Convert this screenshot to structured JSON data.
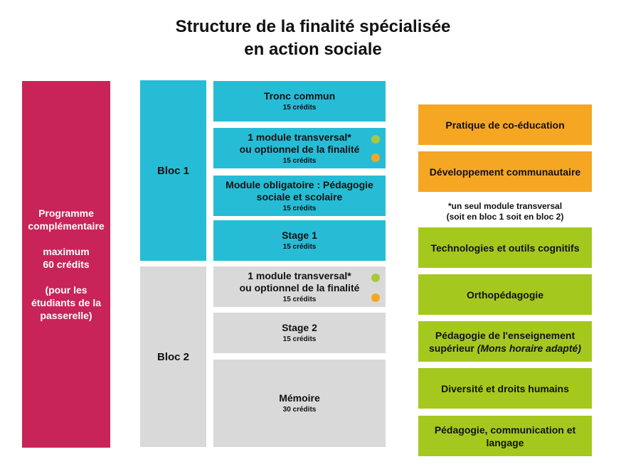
{
  "title_line1": "Structure de la finalité spécialisée",
  "title_line2": "en action sociale",
  "colors": {
    "magenta": "#c8245a",
    "cyan": "#27bcd6",
    "grey": "#d9d9d9",
    "orange": "#f5a623",
    "green": "#a5c81e",
    "dot_green": "#a8c83c",
    "dot_orange": "#f5a623"
  },
  "programme": {
    "line1": "Programme",
    "line2": "complémentaire",
    "line3": "maximum",
    "line4": "60 crédits",
    "line5": "(pour les",
    "line6": "étudiants de la",
    "line7": "passerelle)"
  },
  "bloc1_label": "Bloc 1",
  "bloc2_label": "Bloc 2",
  "modules": {
    "tronc": {
      "title": "Tronc commun",
      "credits": "15 crédits"
    },
    "transversal1": {
      "line1": "1 module transversal*",
      "line2": "ou optionnel de la finalité",
      "credits": "15 crédits"
    },
    "obligatoire": {
      "line1": "Module obligatoire : Pédagogie",
      "line2": "sociale et scolaire",
      "credits": "15 crédits"
    },
    "stage1": {
      "title": "Stage 1",
      "credits": "15 crédits"
    },
    "transversal2": {
      "line1": "1 module transversal*",
      "line2": "ou optionnel de la finalité",
      "credits": "15 crédits"
    },
    "stage2": {
      "title": "Stage 2",
      "credits": "15 crédits"
    },
    "memoire": {
      "title": "Mémoire",
      "credits": "30 crédits"
    }
  },
  "options": {
    "coeducation": "Pratique de co-éducation",
    "communautaire": "Développement communautaire",
    "technologies": "Technologies et outils cognitifs",
    "orthopedagogie": "Orthopédagogie",
    "superieur_line1": "Pédagogie de l'enseignement",
    "superieur_line2a": "supérieur",
    "superieur_line2b": "(Mons horaire adapté)",
    "diversite": "Diversité et droits humains",
    "communication_line1": "Pédagogie, communication et",
    "communication_line2": "langage"
  },
  "note": {
    "line1": "*un seul module transversal",
    "line2": "(soit en bloc 1 soit en bloc 2)"
  }
}
